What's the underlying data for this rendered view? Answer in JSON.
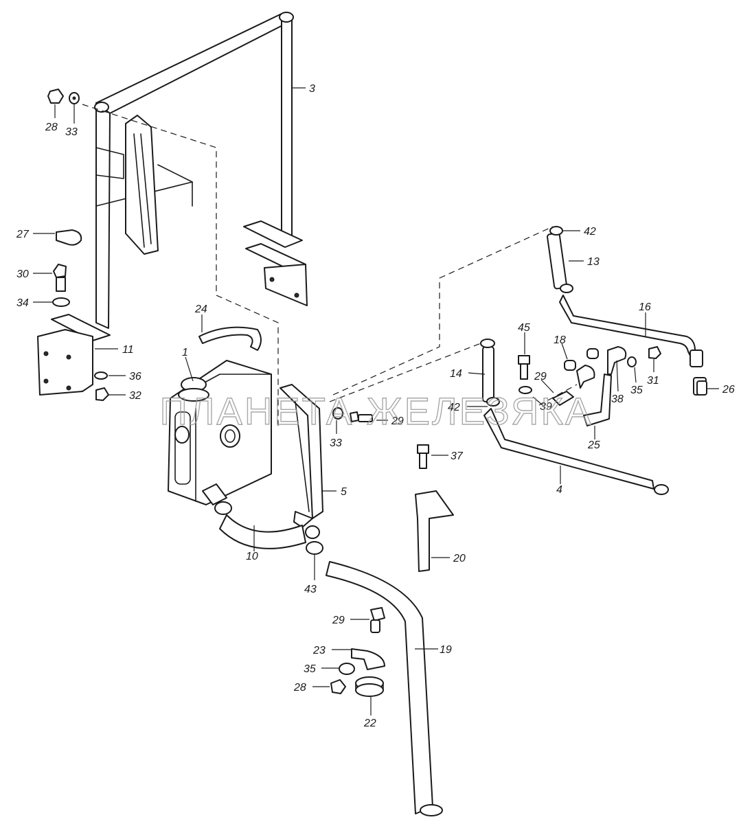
{
  "watermark": "ПЛАНЕТА ЖЕЛЕЗЯКА",
  "parts": {
    "p28a": "28",
    "p33a": "33",
    "p3": "3",
    "p27": "27",
    "p30": "30",
    "p34": "34",
    "p11": "11",
    "p36": "36",
    "p32": "32",
    "p24": "24",
    "p1": "1",
    "p29a": "29",
    "p33b": "33",
    "p42a": "42",
    "p13": "13",
    "p16": "16",
    "p45": "45",
    "p18": "18",
    "p14": "14",
    "p29b": "29",
    "p26": "26",
    "p31": "31",
    "p35a": "35",
    "p38": "38",
    "p39": "39",
    "p42b": "42",
    "p25": "25",
    "p37": "37",
    "p4": "4",
    "p5": "5",
    "p10": "10",
    "p43": "43",
    "p20": "20",
    "p29c": "29",
    "p19": "19",
    "p23": "23",
    "p35b": "35",
    "p28b": "28",
    "p22": "22"
  }
}
